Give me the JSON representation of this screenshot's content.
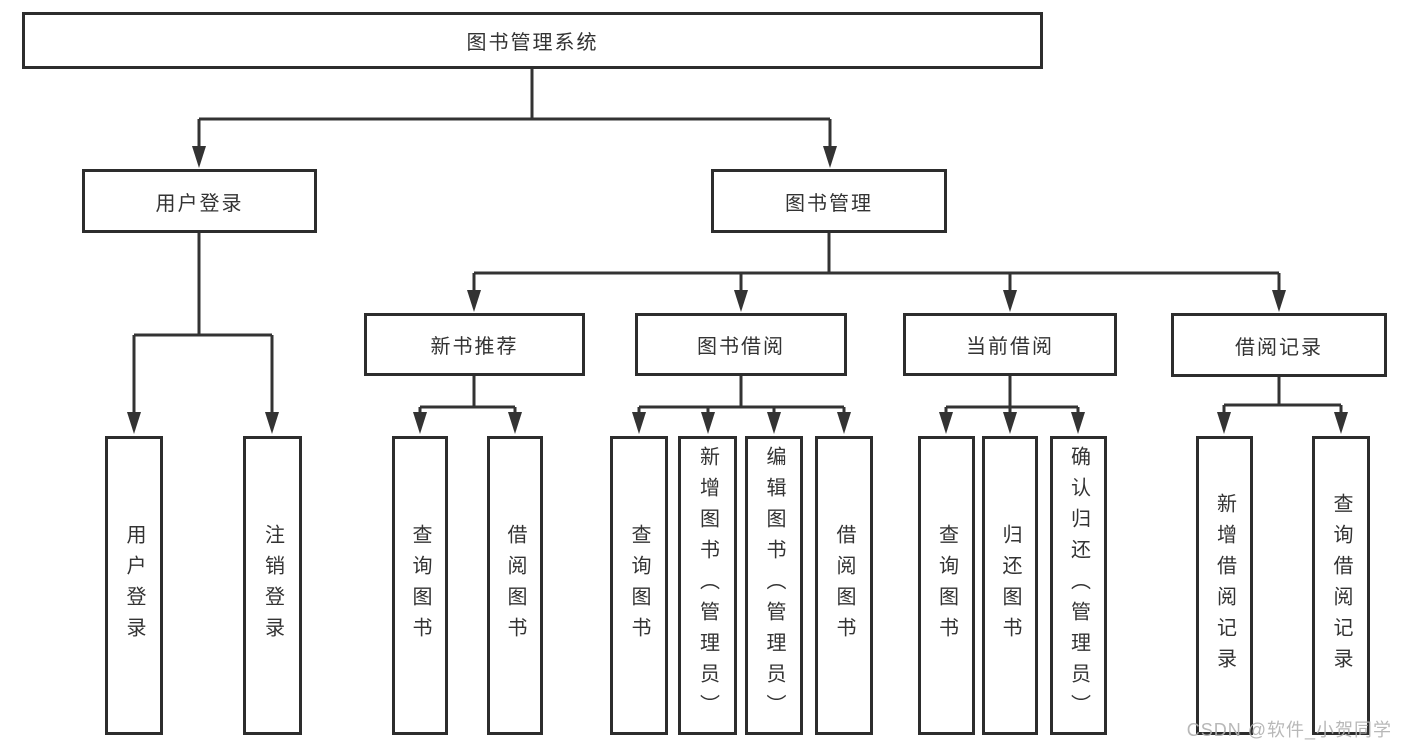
{
  "nodes": {
    "root": "图书管理系统",
    "level2": [
      "用户登录",
      "图书管理"
    ],
    "level3": [
      "新书推荐",
      "图书借阅",
      "当前借阅",
      "借阅记录"
    ],
    "leaves_user": [
      "用户登录",
      "注销登录"
    ],
    "leaves_recommend": [
      "查询图书",
      "借阅图书"
    ],
    "leaves_borrow": [
      "查询图书",
      "新增图书（管理员）",
      "编辑图书（管理员）",
      "借阅图书"
    ],
    "leaves_current": [
      "查询图书",
      "归还图书",
      "确认归还（管理员）"
    ],
    "leaves_records": [
      "新增借阅记录",
      "查询借阅记录"
    ]
  },
  "watermark": "CSDN @软件_小贺同学",
  "colors": {
    "line": "#333333",
    "box_border": "#2d2d2d",
    "text": "#333333",
    "watermark": "#b2b2b2",
    "background": "#ffffff"
  }
}
